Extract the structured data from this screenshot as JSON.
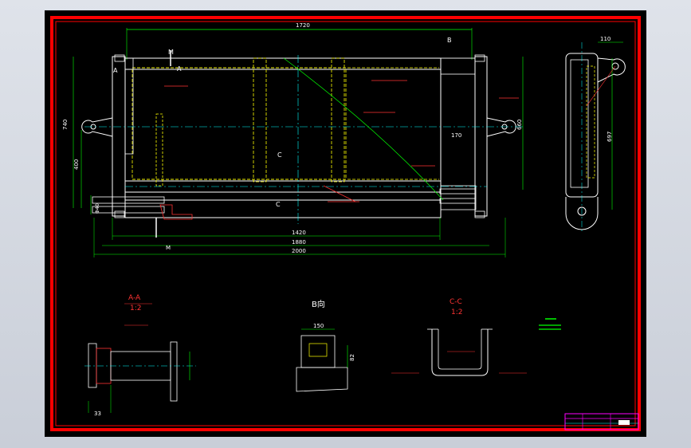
{
  "drawing": {
    "dimensions": {
      "top_width": "1720",
      "left_height": "740",
      "left_inner": "400",
      "right_height": "660",
      "right_inner": "170",
      "bottom_inner": "1420",
      "bottom_mid": "1880",
      "bottom_total": "2000",
      "side_top": "110",
      "side_height": "697",
      "aa_bottom": "33",
      "c_top": "150",
      "c_side": "82",
      "pipe_dia": "Ф40"
    },
    "section_marks": {
      "m_top": "M",
      "m_bottom": "M",
      "a_left": "A",
      "a_right": "A",
      "b_top": "B",
      "c_mid": "C",
      "c_low": "C"
    },
    "views": {
      "aa_title": "A-A",
      "aa_scale": "1:2",
      "b_title": "B向",
      "cc_title": "C-C",
      "cc_scale": "1:2"
    }
  },
  "colors": {
    "background": "#000000",
    "border": "#ff0000",
    "outline": "#ffffff",
    "dimension": "#00ff00",
    "hidden": "#ffff00",
    "center": "#00ffff",
    "annotation": "#ff3333",
    "titleblock": "#ff00ff"
  }
}
